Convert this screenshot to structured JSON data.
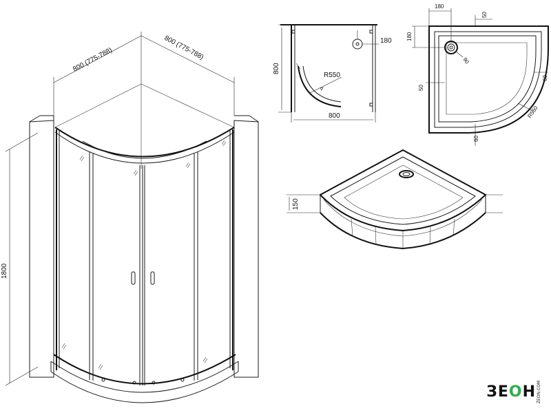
{
  "enclosure_view": {
    "width_left_label": "800 (775-788)",
    "width_right_label": "800 (775-788)",
    "height_label": "1800"
  },
  "plan_view": {
    "side_label": "800",
    "bottom_label": "800",
    "radius_label": "R550",
    "drain_offset_label": "180"
  },
  "tray_plan": {
    "top_offset_label": "180",
    "top_right_label": "50",
    "left_offset_label": "180",
    "drain_label": "90",
    "inner_left_label": "50",
    "right_label": "60",
    "radius_label": "R550",
    "bottom_label": "60"
  },
  "tray_iso": {
    "height_label": "150"
  },
  "logo": {
    "text_left": "ЗЕ",
    "text_accent": "О",
    "text_right": "Н",
    "tagline": "ZEON.COM"
  }
}
